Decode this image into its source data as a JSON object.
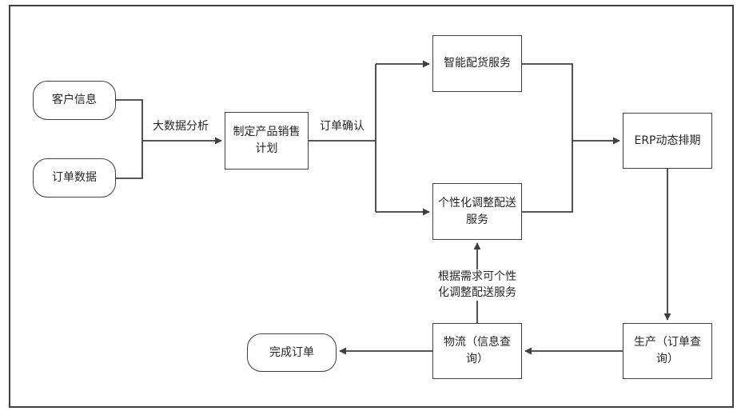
{
  "diagram": {
    "nodes": {
      "customer_info": {
        "label": "客户信息",
        "shape": "rounded"
      },
      "order_data": {
        "label": "订单数据",
        "shape": "rounded"
      },
      "sales_plan": {
        "label": "制定产品销售计划",
        "shape": "rect"
      },
      "smart_distribution": {
        "label": "智能配货服务",
        "shape": "rect"
      },
      "personalized_delivery": {
        "label": "个性化调整配送服务",
        "shape": "rect"
      },
      "erp_scheduling": {
        "label": "ERP动态排期",
        "shape": "rect"
      },
      "production": {
        "label": "生产（订单查询）",
        "shape": "rect"
      },
      "logistics": {
        "label": "物流（信息查询）",
        "shape": "rect"
      },
      "complete_order": {
        "label": "完成订单",
        "shape": "rounded"
      }
    },
    "edge_labels": {
      "big_data_analysis": "大数据分析",
      "order_confirmation": "订单确认",
      "personalization_note": "根据需求可个性化调整配送服务"
    },
    "colors": {
      "stroke": "#3f3f3f",
      "background": "#ffffff",
      "text": "#262626"
    }
  }
}
